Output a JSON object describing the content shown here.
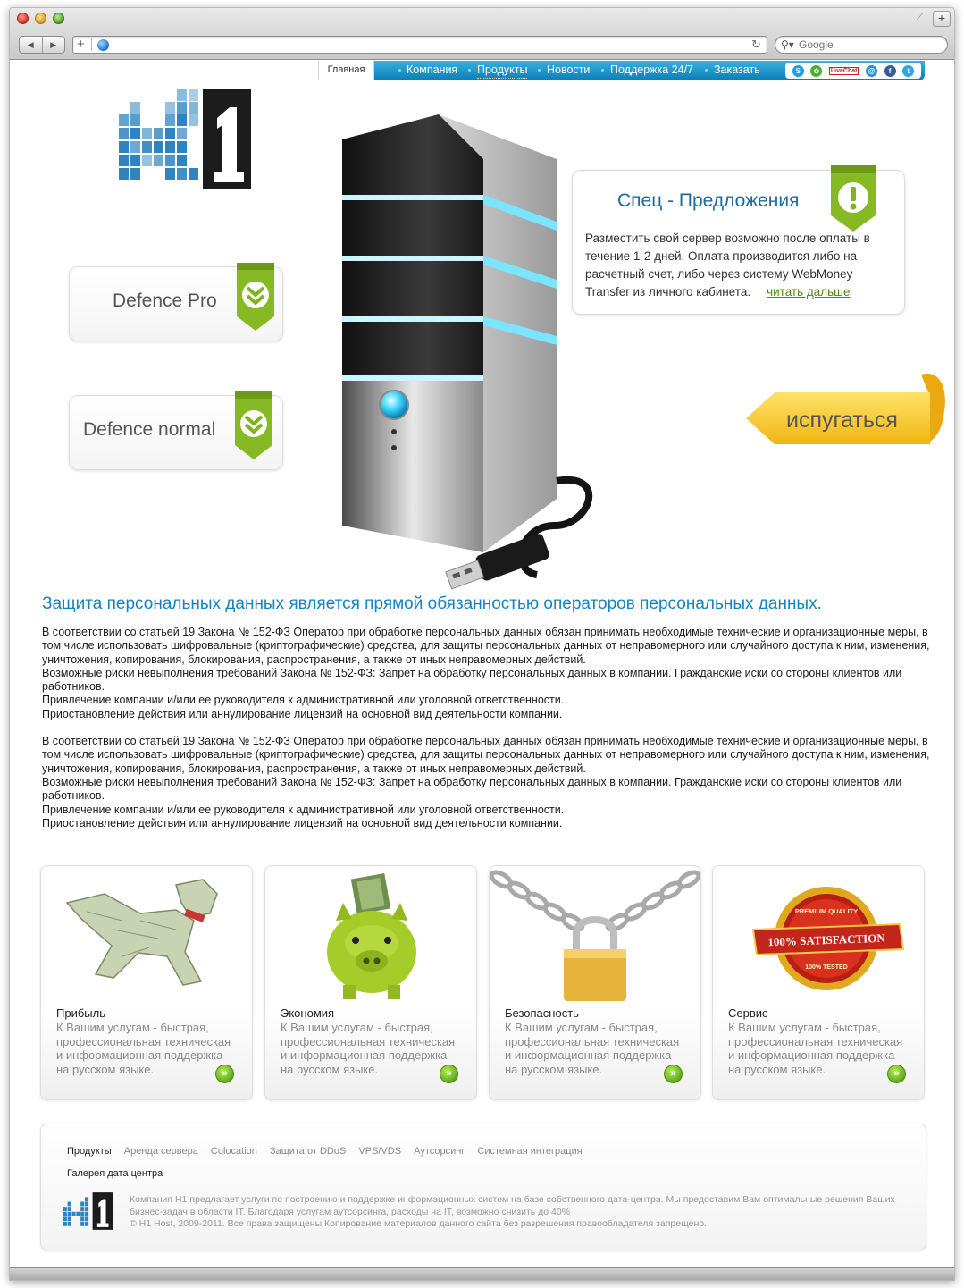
{
  "browser": {
    "search_placeholder": "Google"
  },
  "nav": {
    "home": "Главная",
    "items": [
      "Компания",
      "Продукты",
      "Новости",
      "Поддержка 24/7",
      "Заказать"
    ],
    "active": "Продукты"
  },
  "social_icons": [
    "skype-icon",
    "icq-icon",
    "livechat-icon",
    "mail-icon",
    "facebook-icon",
    "twitter-icon"
  ],
  "livechat_label": "LiveChat",
  "products": {
    "pro": "Defence Pro",
    "normal": "Defence normal"
  },
  "offer": {
    "title": "Спец - Предложения",
    "text": "Разместить свой сервер возможно после оплаты в течение 1-2 дней. Оплата производится либо на расчетный счет, либо через систему WebMoney Transfer из личного кабинета.",
    "more": "читать дальше"
  },
  "scare_banner": "испугаться",
  "article": {
    "title": "Защита персональных данных является прямой обязанностью операторов персональных данных.",
    "block1": [
      "В соответствии со статьей 19 Закона № 152-ФЗ Оператор при обработке персональных данных обязан принимать необходимые технические и организационные меры, в том числе использовать шифровальные (криптографические) средства, для защиты персональных данных от неправомерного или случайного доступа к ним, изменения, уничтожения, копирования, блокирования, распространения, а также от иных неправомерных действий.",
      "Возможные риски невыполнения требований Закона № 152-ФЗ: Запрет на обработку персональных данных в компании. Гражданские иски со стороны клиентов или работников.",
      "Привлечение компании и/или ее руководителя к административной или уголовной ответственности.",
      "Приостановление действия или аннулирование лицензий на основной вид деятельности компании."
    ],
    "block2": [
      "В соответствии со статьей 19 Закона № 152-ФЗ Оператор при обработке персональных данных обязан принимать необходимые технические и организационные меры, в том числе использовать шифровальные (криптографические) средства, для защиты персональных данных от неправомерного или случайного доступа к ним, изменения, уничтожения, копирования, блокирования, распространения, а также от иных неправомерных действий.",
      "Возможные риски невыполнения требований Закона № 152-ФЗ: Запрет на обработку персональных данных в компании. Гражданские иски со стороны клиентов или работников.",
      "Привлечение компании и/или ее руководителя к административной или уголовной ответственности.",
      "Приостановление действия или аннулирование лицензий на основной вид деятельности компании."
    ]
  },
  "cards": [
    {
      "title": "Прибыль",
      "text": "К Вашим услугам - быстрая, профессиональная техническая и информационная поддержка на русском языке.",
      "image": "money-dog-image"
    },
    {
      "title": "Экономия",
      "text": "К Вашим услугам - быстрая, профессиональная техническая и информационная поддержка на русском языке.",
      "image": "piggy-bank-image"
    },
    {
      "title": "Безопасность",
      "text": "К Вашим услугам - быстрая, профессиональная техническая и информационная поддержка на русском языке.",
      "image": "padlock-chain-image"
    },
    {
      "title": "Сервис",
      "text": "К Вашим услугам - быстрая, профессиональная техническая и информационная поддержка на русском языке.",
      "image": "quality-seal-image"
    }
  ],
  "seal_text": {
    "top": "PREMIUM QUALITY",
    "main": "100% SATISFACTION",
    "bottom": "100% TESTED"
  },
  "footer": {
    "links": [
      "Продукты",
      "Аренда сервера",
      "Colocation",
      "Защита от DDoS",
      "VPS/VDS",
      "Аутсорсинг",
      "Системная интеграция"
    ],
    "gallery": "Галерея дата центра",
    "text1": "Компания Н1 предлагает услуги по построению и поддержке информационных систем на базе собственного дата-центра. Мы предоставим Вам оптимальные решения Ваших бизнес-задач в области IT. Благодаря услугам аутсорсинга, расходы на IT, возможно снизить до 40%",
    "text2": "© H1 Host, 2009-2011. Все права защищены  Копирование материалов данного сайта  без разрешения правообладателя запрещено."
  },
  "colors": {
    "nav_blue": "#0b7db6",
    "title_blue": "#1185c2",
    "logo_blue": "#2b7fb8",
    "ribbon_green": "#7fb321",
    "banner_yellow": "#f6c21a"
  }
}
